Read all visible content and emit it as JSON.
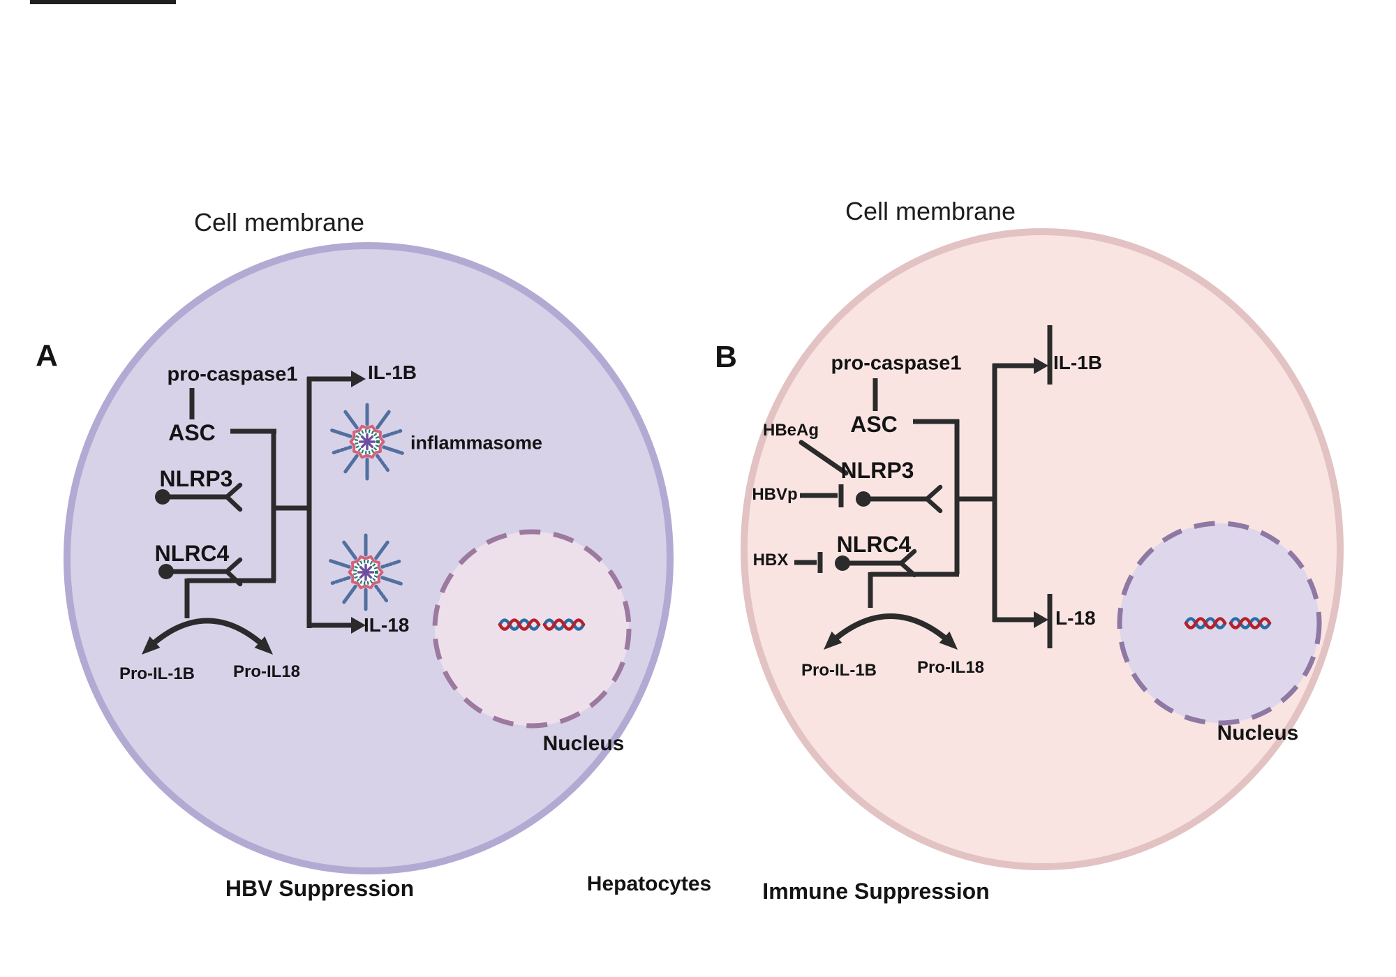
{
  "figure": {
    "hepatocytes_label": "Hepatocytes"
  },
  "panel_a": {
    "letter": "A",
    "cell_membrane_label": "Cell membrane",
    "caption": "HBV Suppression",
    "nucleus_label": "Nucleus",
    "nodes": {
      "pro_caspase1": "pro-caspase1",
      "asc": "ASC",
      "nlrp3": "NLRP3",
      "nlrc4": "NLRC4",
      "il1b": "IL-1B",
      "il18": "IL-18",
      "inflammasome": "inflammasome",
      "pro_il1b": "Pro-IL-1B",
      "pro_il18": "Pro-IL18"
    },
    "colors": {
      "cell_fill": "#d7d2e8",
      "cell_stroke": "#b2aad3",
      "nucleus_fill": "#eee0eb",
      "nucleus_stroke": "#9c7aa0"
    }
  },
  "panel_b": {
    "letter": "B",
    "cell_membrane_label": "Cell membrane",
    "caption": "Immune Suppression",
    "nucleus_label": "Nucleus",
    "nodes": {
      "pro_caspase1": "pro-caspase1",
      "asc": "ASC",
      "nlrp3": "NLRP3",
      "nlrc4": "NLRC4",
      "il1b": "IL-1B",
      "il18": "L-18",
      "pro_il1b": "Pro-IL-1B",
      "pro_il18": "Pro-IL18",
      "hbeag": "HBeAg",
      "hbvp": "HBVp",
      "hbx": "HBX"
    },
    "colors": {
      "cell_fill": "#f9e4e2",
      "cell_stroke": "#e2c2c2",
      "nucleus_fill": "#ded6ea",
      "nucleus_stroke": "#8e78a4"
    }
  },
  "icon_colors": {
    "line_black": "#2b2b2b",
    "inflammasome_spike_blue": "#51709f",
    "inflammasome_ring_pink": "#d4617c",
    "inflammasome_ring_teal": "#217d72",
    "inflammasome_core_purple": "#6d4fa1",
    "dna_red": "#b5212a",
    "dna_blue": "#2a6ca5"
  }
}
